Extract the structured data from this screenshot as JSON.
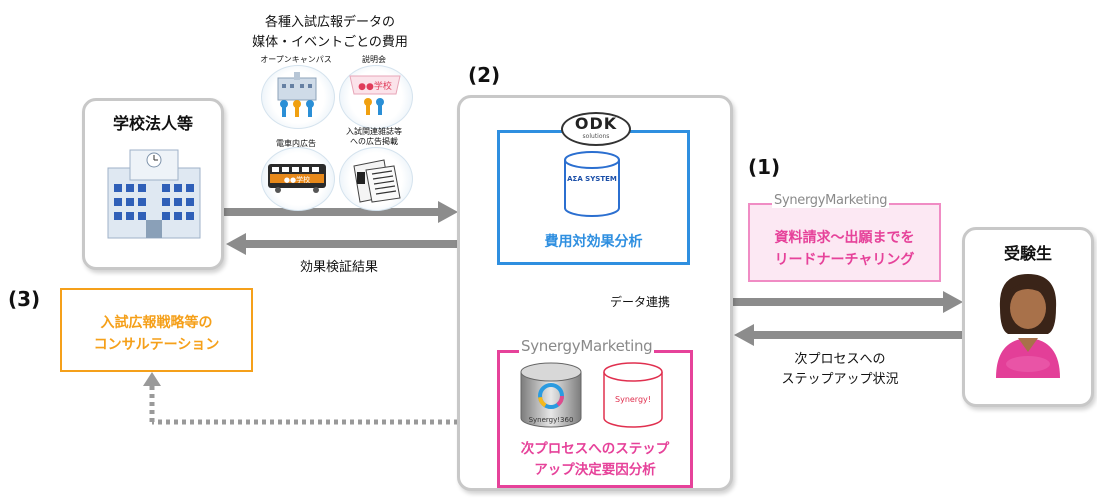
{
  "school": {
    "title": "学校法人等"
  },
  "media": {
    "header_line1": "各種入試広報データの",
    "header_line2": "媒体・イベントごとの費用",
    "items": [
      {
        "label": "オープンキャンパス"
      },
      {
        "label": "説明会",
        "sign": "●●学校"
      },
      {
        "label": "電車内広告",
        "sign": "●●学校"
      },
      {
        "label_line1": "入試関連雑誌等",
        "label_line2": "への広告掲載"
      }
    ]
  },
  "center": {
    "number": "(2)",
    "odk_logo": "ODK",
    "odk_sub": "solutions",
    "db_label": "ΑΣΑ SYSTEM",
    "analysis": "費用対効果分析",
    "data_link": "データ連携",
    "synergy_logo": "SynergyMarketing",
    "db1_label": "Synergy!360",
    "db2_label": "Synergy!",
    "bottom_line1": "次プロセスへのステップ",
    "bottom_line2": "アップ決定要因分析"
  },
  "arrows": {
    "feedback": "効果検証結果",
    "next_line1": "次プロセスへの",
    "next_line2": "ステップアップ状況"
  },
  "section1": {
    "number": "(1)",
    "logo": "SynergyMarketing",
    "line1": "資料請求〜出願までを",
    "line2": "リードナーチャリング"
  },
  "section3": {
    "number": "(3)",
    "line1": "入試広報戦略等の",
    "line2": "コンサルテーション"
  },
  "student": {
    "title": "受験生"
  },
  "colors": {
    "blue": "#2f8fe0",
    "pink": "#e6429a",
    "orange": "#f5a01a",
    "gray": "#8c8c8c"
  }
}
